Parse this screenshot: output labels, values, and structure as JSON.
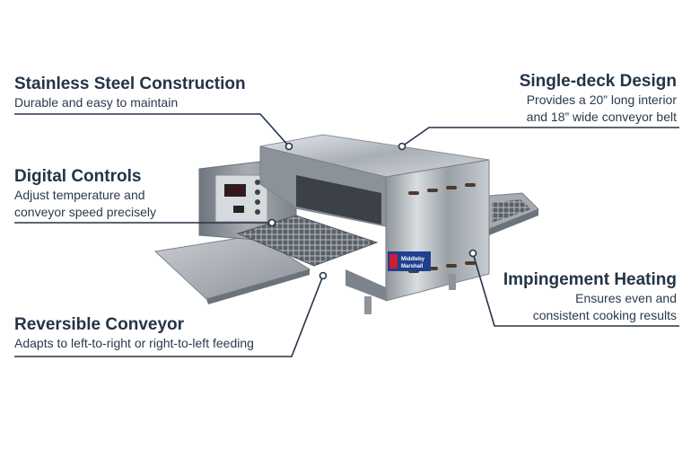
{
  "features": {
    "stainless": {
      "title": "Stainless Steel Construction",
      "desc": [
        "Durable and easy to maintain"
      ]
    },
    "digital": {
      "title": "Digital Controls",
      "desc": [
        "Adjust temperature and",
        "conveyor speed precisely"
      ]
    },
    "reversible": {
      "title": "Reversible Conveyor",
      "desc": [
        "Adapts to left-to-right or right-to-left feeding"
      ]
    },
    "single": {
      "title": "Single-deck Design",
      "desc": [
        "Provides a 20” long interior",
        "and 18” wide conveyor belt"
      ]
    },
    "impingement": {
      "title": "Impingement Heating",
      "desc": [
        "Ensures even and",
        "consistent cooking results"
      ]
    }
  },
  "product": {
    "brand": [
      "Middleby",
      "Marshall"
    ]
  },
  "colors": {
    "text": "#243447",
    "line": "#243447",
    "steel": "#b9bec4",
    "brand": "#1f3f8f",
    "brand_accent": "#c8202f"
  }
}
